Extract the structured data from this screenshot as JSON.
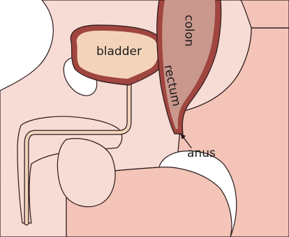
{
  "labels": {
    "bladder": "bladder",
    "colon": "colon",
    "rectum": "rectum",
    "anus": "anus"
  },
  "colors": {
    "skin": "#f3c4b7",
    "internal_cavity": "#f7dbd5",
    "organ_wall": "#a0453f",
    "bladder_fill": "#f3d4bb",
    "colon_fill": "#c9978c",
    "urethra_fill": "#f3d4bb",
    "outline": "#2a1a1a"
  }
}
